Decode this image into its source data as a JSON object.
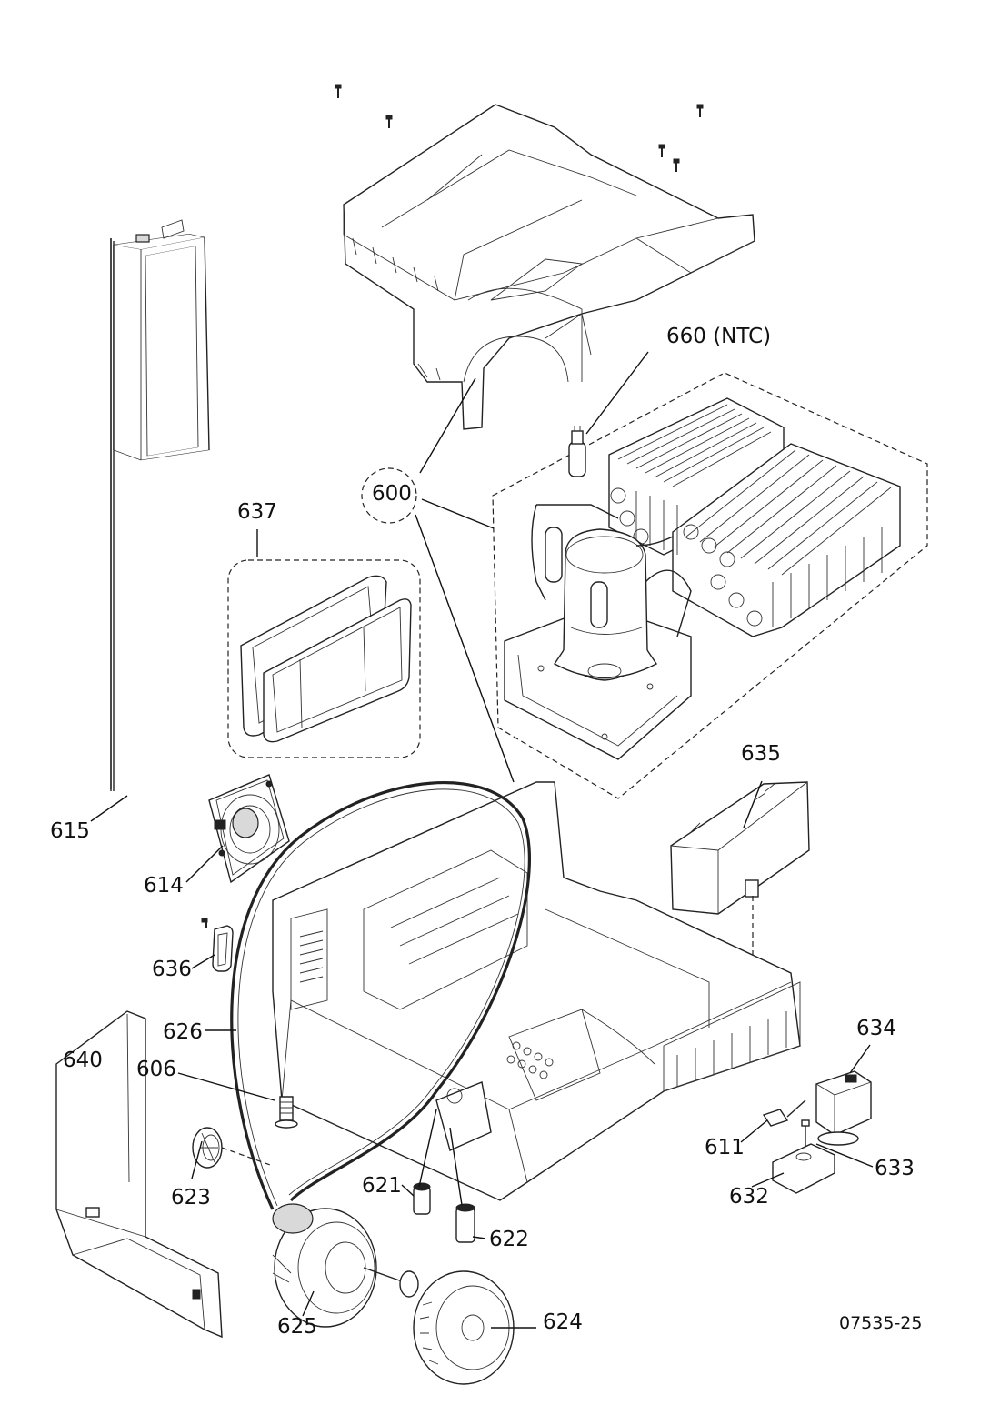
{
  "callouts": {
    "c600": "600",
    "c606": "606",
    "c611": "611",
    "c614": "614",
    "c615": "615",
    "c621": "621",
    "c622": "622",
    "c623": "623",
    "c624": "624",
    "c625": "625",
    "c626": "626",
    "c632": "632",
    "c633": "633",
    "c634": "634",
    "c635": "635",
    "c636": "636",
    "c637": "637",
    "c640": "640",
    "c660": "660  (NTC)"
  },
  "drawing_number": "07535-25"
}
